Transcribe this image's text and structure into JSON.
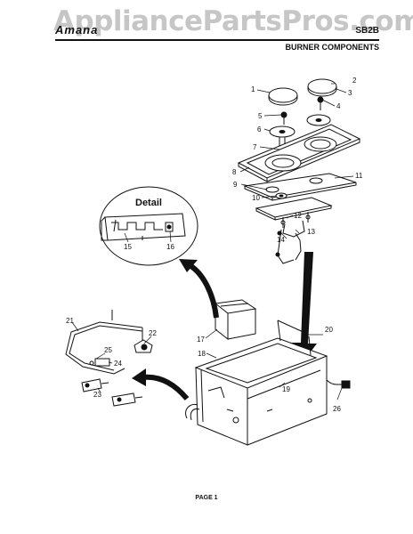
{
  "header": {
    "logo_text": "Amana",
    "watermark": "AppliancePartsPros.com",
    "model": "SB2B",
    "section_title": "BURNER COMPONENTS"
  },
  "detail": {
    "title": "Detail"
  },
  "callouts": [
    "1",
    "2",
    "3",
    "4",
    "5",
    "6",
    "7",
    "8",
    "9",
    "10",
    "11",
    "12",
    "13",
    "14",
    "15",
    "16",
    "17",
    "18",
    "19",
    "20",
    "21",
    "22",
    "23",
    "24",
    "25",
    "26"
  ],
  "footer": {
    "page_label": "PAGE 1"
  }
}
